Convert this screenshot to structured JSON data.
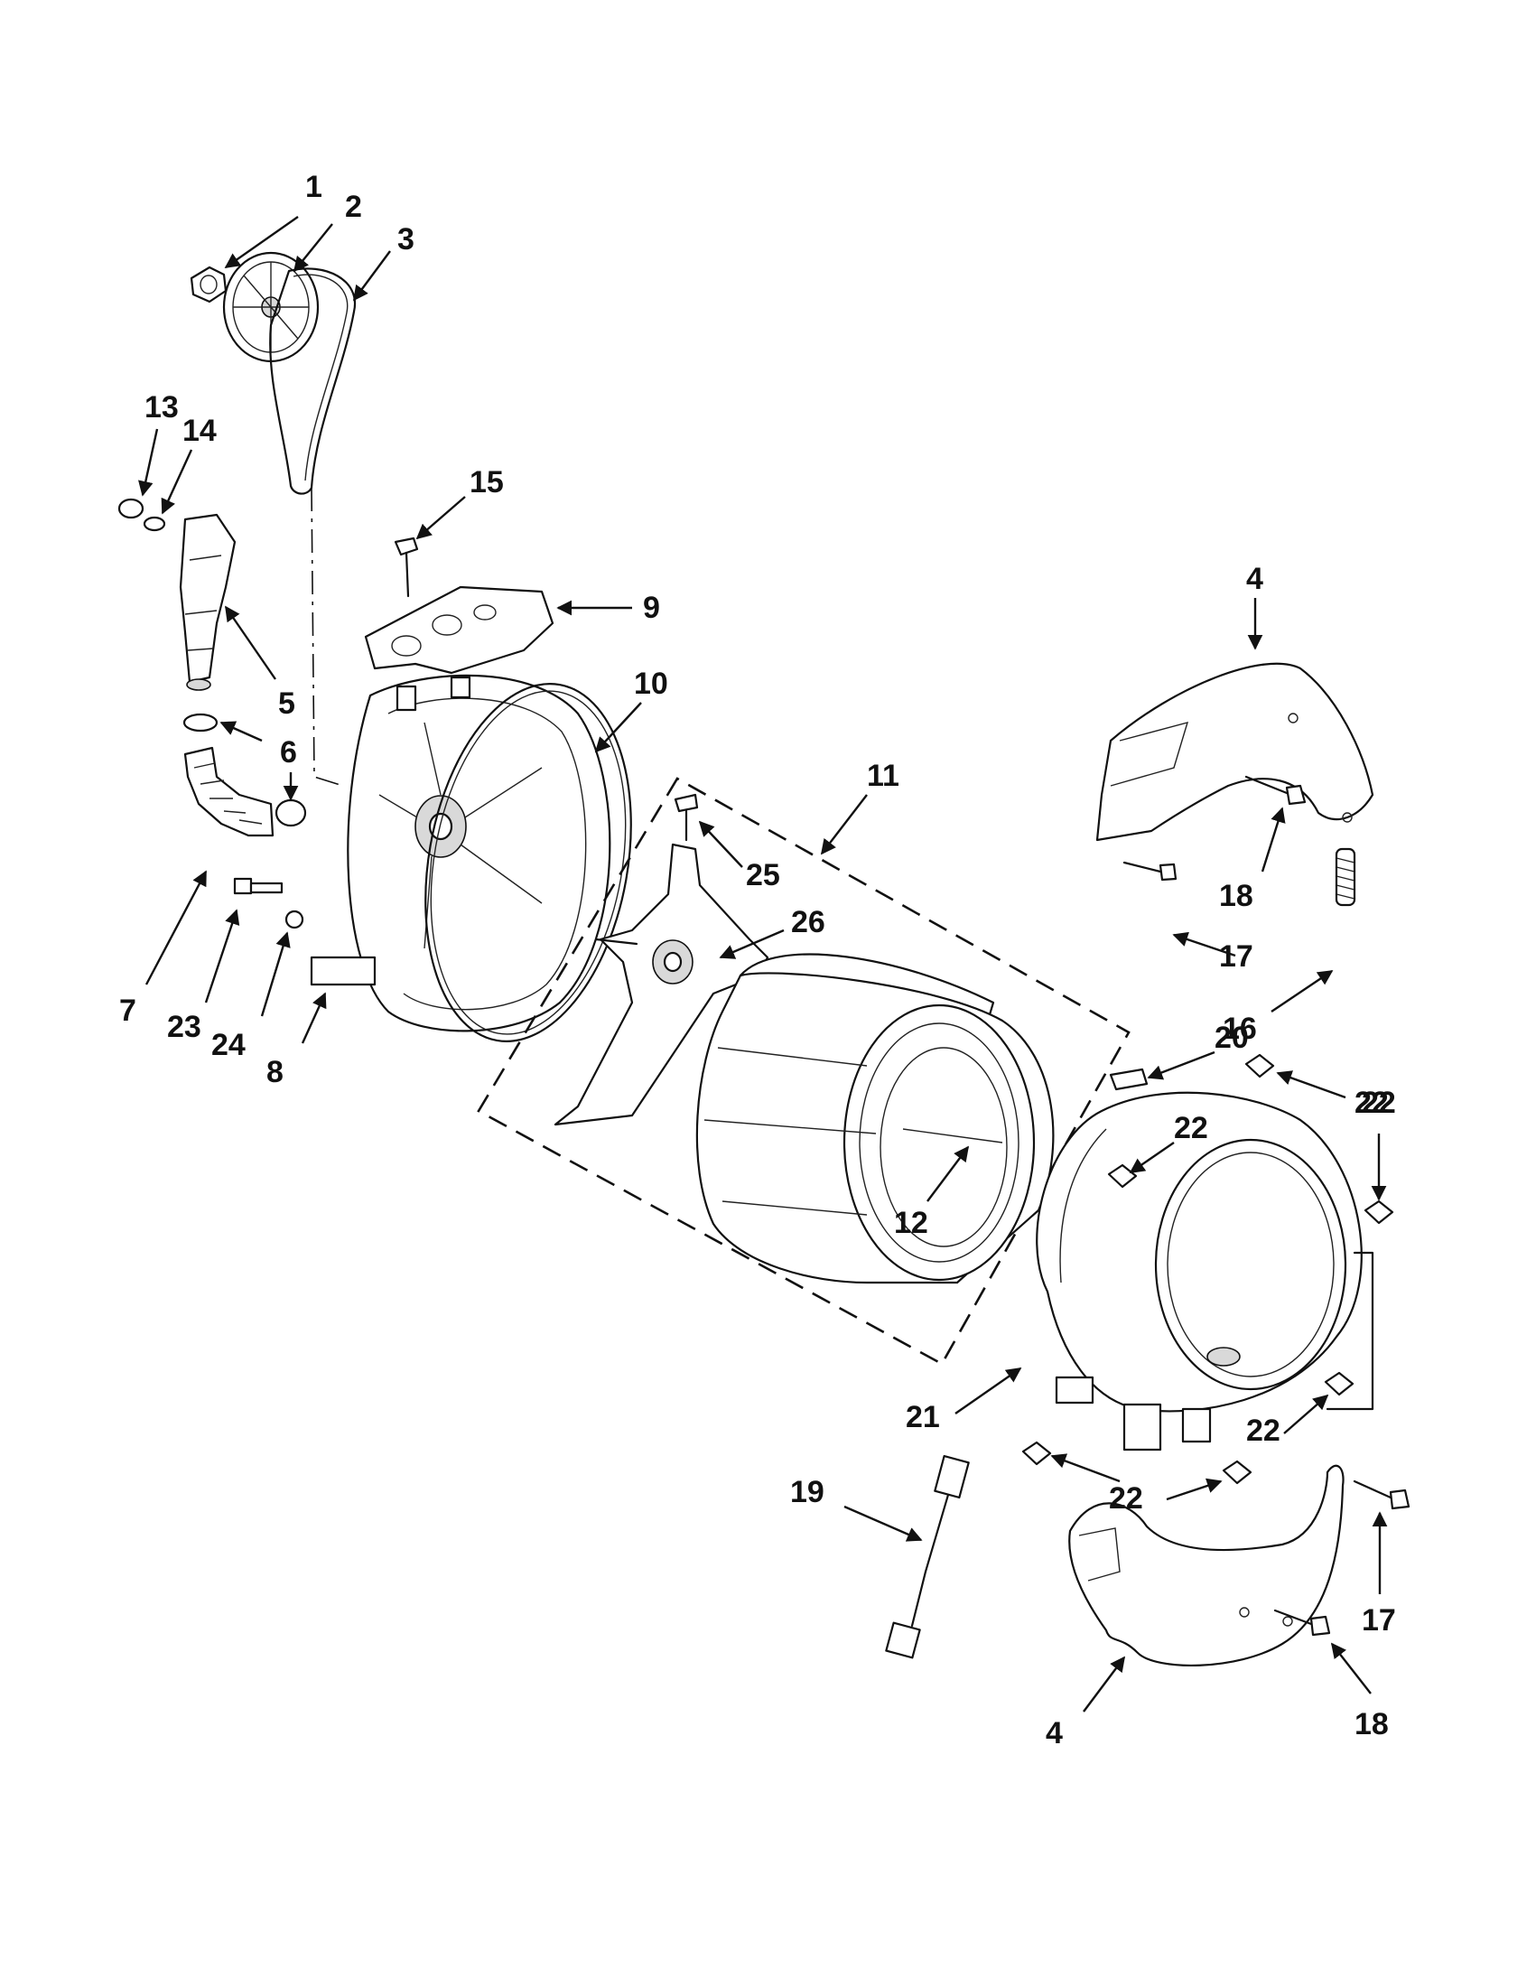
{
  "callouts": [
    {
      "id": "c1",
      "label": "1"
    },
    {
      "id": "c2",
      "label": "2"
    },
    {
      "id": "c3",
      "label": "3"
    },
    {
      "id": "c13",
      "label": "13"
    },
    {
      "id": "c14",
      "label": "14"
    },
    {
      "id": "c15",
      "label": "15"
    },
    {
      "id": "c9",
      "label": "9"
    },
    {
      "id": "c5",
      "label": "5"
    },
    {
      "id": "c10",
      "label": "10"
    },
    {
      "id": "c6a",
      "label": "6"
    },
    {
      "id": "c11",
      "label": "11"
    },
    {
      "id": "c4a",
      "label": "4"
    },
    {
      "id": "c25",
      "label": "25"
    },
    {
      "id": "c26",
      "label": "26"
    },
    {
      "id": "c7",
      "label": "7"
    },
    {
      "id": "c23",
      "label": "23"
    },
    {
      "id": "c24",
      "label": "24"
    },
    {
      "id": "c8",
      "label": "8"
    },
    {
      "id": "c18a",
      "label": "18"
    },
    {
      "id": "c17a",
      "label": "17"
    },
    {
      "id": "c16",
      "label": "16"
    },
    {
      "id": "c20",
      "label": "20"
    },
    {
      "id": "c22a",
      "label": "22"
    },
    {
      "id": "c22b",
      "label": "22"
    },
    {
      "id": "c22c",
      "label": "22"
    },
    {
      "id": "c12",
      "label": "12"
    },
    {
      "id": "c21",
      "label": "21"
    },
    {
      "id": "c22d",
      "label": "22"
    },
    {
      "id": "c22e",
      "label": "22"
    },
    {
      "id": "c19",
      "label": "19"
    },
    {
      "id": "c17b",
      "label": "17"
    },
    {
      "id": "c18b",
      "label": "18"
    },
    {
      "id": "c4b",
      "label": "4"
    }
  ]
}
